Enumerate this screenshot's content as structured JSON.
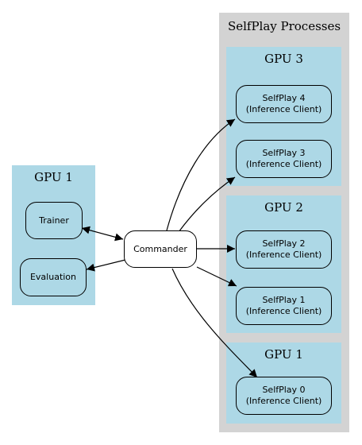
{
  "colors": {
    "outer_cluster": "#d3d3d3",
    "gpu_cluster": "#add8e6",
    "node_fill": "#add8e6",
    "commander_fill": "#ffffff",
    "edge": "#000000"
  },
  "clusters": {
    "selfplay": {
      "title": "SelfPlay Processes"
    },
    "gpu3": {
      "title": "GPU 3"
    },
    "gpu2": {
      "title": "GPU 2"
    },
    "gpu1_right": {
      "title": "GPU 1"
    },
    "gpu1_left": {
      "title": "GPU 1"
    }
  },
  "nodes": {
    "trainer": {
      "label": "Trainer"
    },
    "evaluation": {
      "label": "Evaluation"
    },
    "commander": {
      "label": "Commander"
    },
    "selfplay4": {
      "line1": "SelfPlay 4",
      "line2": "(Inference Client)"
    },
    "selfplay3": {
      "line1": "SelfPlay 3",
      "line2": "(Inference Client)"
    },
    "selfplay2": {
      "line1": "SelfPlay 2",
      "line2": "(Inference Client)"
    },
    "selfplay1": {
      "line1": "SelfPlay 1",
      "line2": "(Inference Client)"
    },
    "selfplay0": {
      "line1": "SelfPlay 0",
      "line2": "(Inference Client)"
    }
  },
  "edges": [
    {
      "from": "commander",
      "to": "trainer",
      "direction": "both"
    },
    {
      "from": "commander",
      "to": "evaluation",
      "direction": "forward"
    },
    {
      "from": "commander",
      "to": "selfplay4",
      "direction": "forward"
    },
    {
      "from": "commander",
      "to": "selfplay3",
      "direction": "forward"
    },
    {
      "from": "commander",
      "to": "selfplay2",
      "direction": "forward"
    },
    {
      "from": "commander",
      "to": "selfplay1",
      "direction": "forward"
    },
    {
      "from": "commander",
      "to": "selfplay0",
      "direction": "forward"
    }
  ]
}
